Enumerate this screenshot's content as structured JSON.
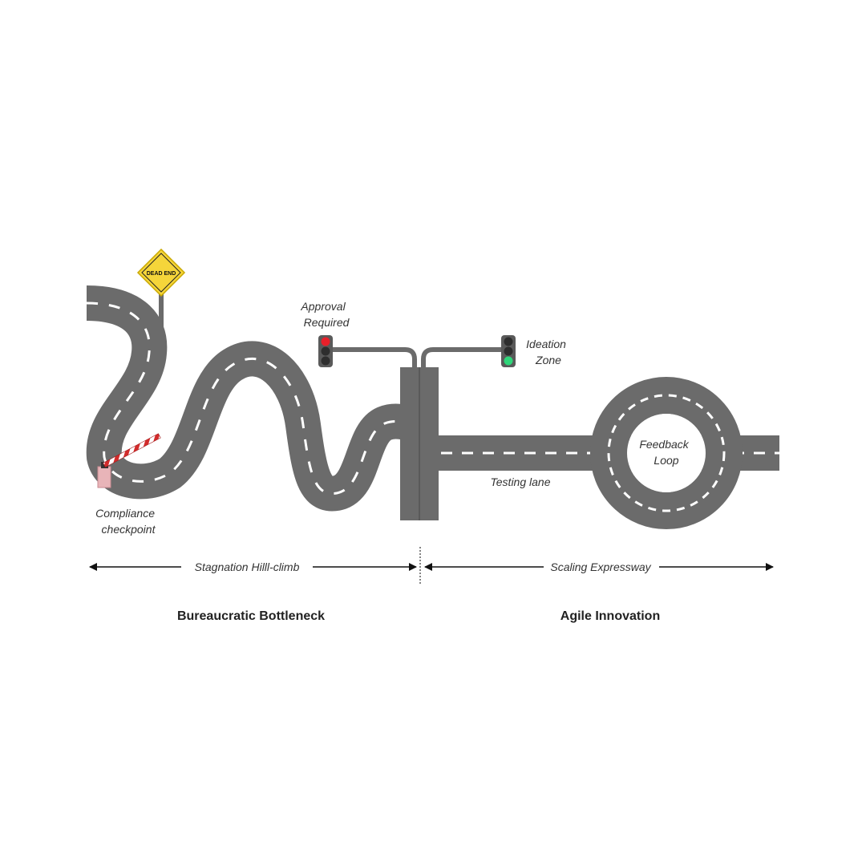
{
  "sign": {
    "text": "DEAD END"
  },
  "labels": {
    "approval_line1": "Approval",
    "approval_line2": "Required",
    "ideation_line1": "Ideation",
    "ideation_line2": "Zone",
    "feedback_line1": "Feedback",
    "feedback_line2": "Loop",
    "testing_lane": "Testing lane",
    "compliance_line1": "Compliance",
    "compliance_line2": "checkpoint"
  },
  "scale": {
    "left_label": "Stagnation Hilll-climb",
    "right_label": "Scaling Expressway"
  },
  "sections": {
    "left_title": "Bureaucratic Bottleneck",
    "right_title": "Agile Innovation"
  },
  "colors": {
    "road": "#6b6b6b",
    "lane_marking": "#ffffff",
    "sign_yellow": "#f5d53a",
    "light_red": "#e8202a",
    "light_green": "#2fd67a",
    "light_off": "#2e2e2e",
    "light_housing": "#5a5a5a",
    "barrier_red": "#d22b2b",
    "barrier_post": "#e8b4b8"
  }
}
